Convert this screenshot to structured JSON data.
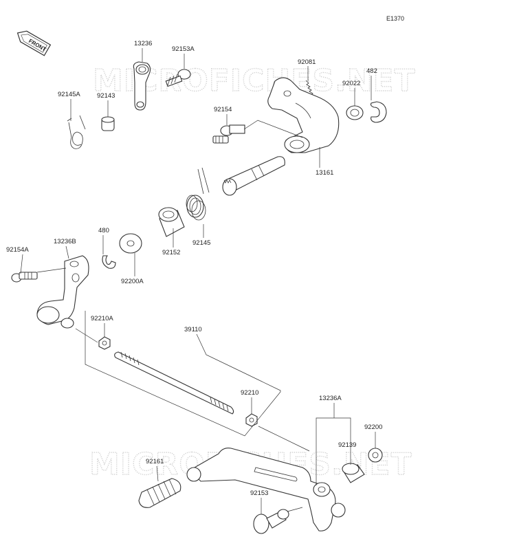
{
  "diagram_code": "E1370",
  "front_arrow_label": "FRONT",
  "watermark": "MICROFICHES.NET",
  "parts": {
    "p13236": "13236",
    "p92153A": "92153A",
    "p92145A": "92145A",
    "p92143": "92143",
    "p92081": "92081",
    "p482": "482",
    "p92022": "92022",
    "p92154": "92154",
    "p13161": "13161",
    "p480": "480",
    "p92154A": "92154A",
    "p13236B": "13236B",
    "p92152": "92152",
    "p92145": "92145",
    "p92200A": "92200A",
    "p92210A": "92210A",
    "p39110": "39110",
    "p92210": "92210",
    "p13236A": "13236A",
    "p92200": "92200",
    "p92139": "92139",
    "p92161": "92161",
    "p92153": "92153"
  }
}
